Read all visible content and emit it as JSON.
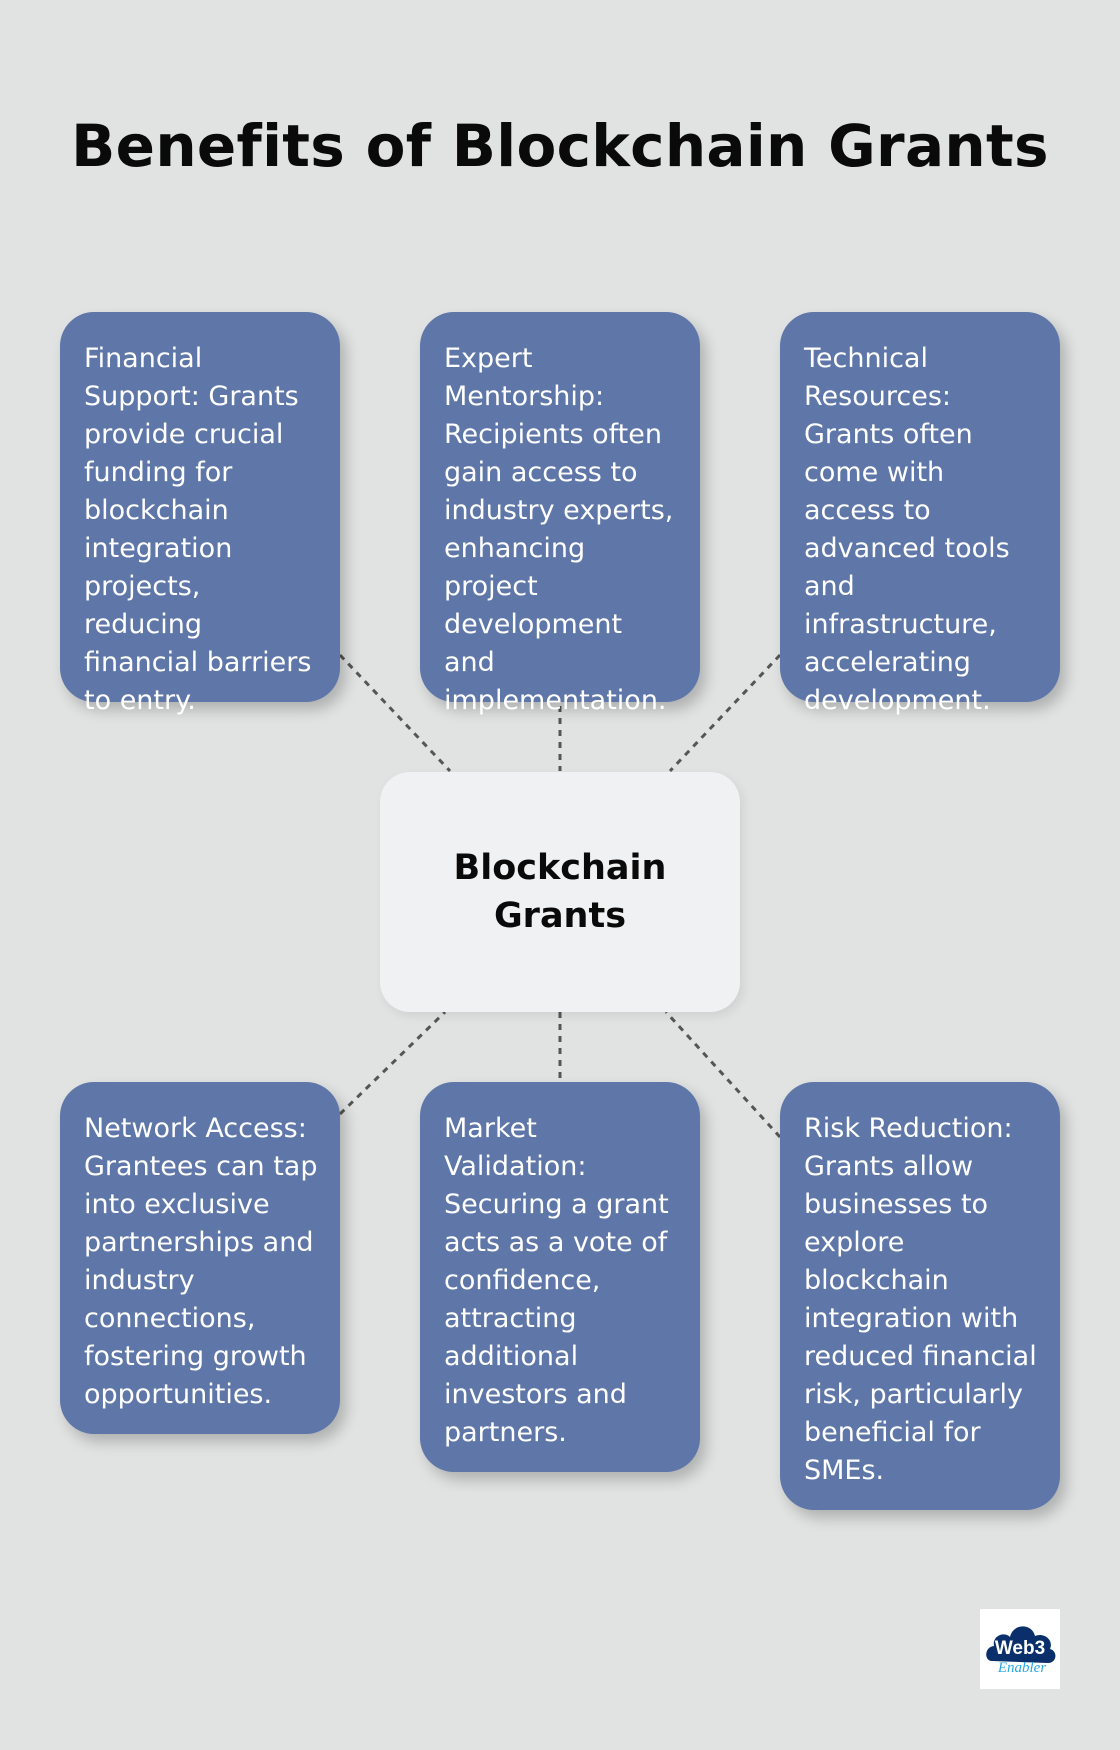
{
  "title": "Benefits of Blockchain Grants",
  "center": {
    "label": "Blockchain Grants"
  },
  "benefits": [
    {
      "text": "Financial Support: Grants provide crucial funding for blockchain integration projects, reducing financial barriers to entry."
    },
    {
      "text": "Expert Mentorship: Recipients often gain access to industry experts, enhancing project development and implementation."
    },
    {
      "text": "Technical Resources: Grants often come with access to advanced tools and infrastructure, accelerating development."
    },
    {
      "text": "Network Access: Grantees can tap into exclusive partnerships and industry connections, fostering growth opportunities."
    },
    {
      "text": "Market Validation: Securing a grant acts as a vote of confidence, attracting additional investors and partners."
    },
    {
      "text": "Risk Reduction: Grants allow businesses to explore blockchain integration with reduced financial risk, particularly beneficial for SMEs."
    }
  ],
  "logo": {
    "text": "Web3",
    "script_text": "Enabler",
    "color": "#0b2f6b",
    "accent": "#29a8e0"
  },
  "colors": {
    "background": "#e1e3e3",
    "card": "#5e76a8",
    "hub": "#f0f1f2",
    "connector": "#555555"
  }
}
